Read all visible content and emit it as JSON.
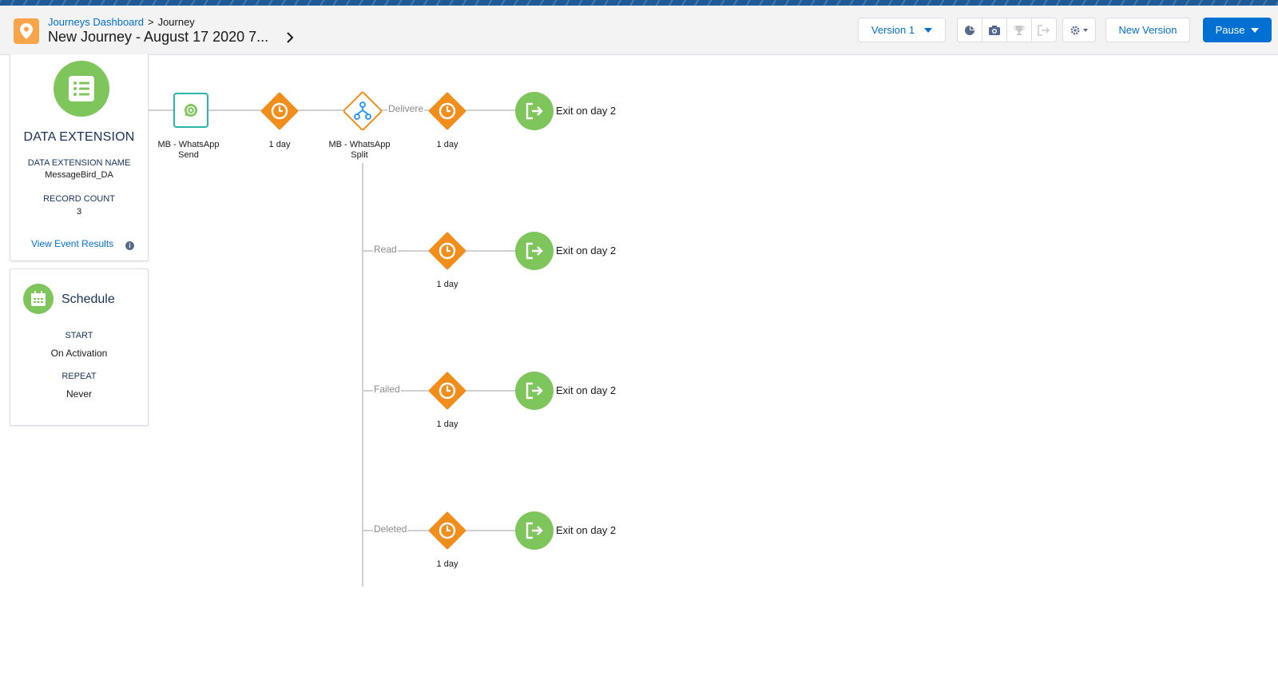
{
  "header": {
    "breadcrumb_root": "Journeys Dashboard",
    "breadcrumb_separator": ">",
    "breadcrumb_current": "Journey",
    "title": "New Journey - August 17 2020 7...",
    "version_label": "Version 1",
    "new_version_label": "New Version",
    "pause_label": "Pause",
    "toolbar_icons": [
      "analytics-icon",
      "snapshot-icon",
      "goal-trophy-icon",
      "exit-criteria-icon"
    ]
  },
  "entry_source": {
    "title": "DATA EXTENSION",
    "name_label": "DATA EXTENSION NAME",
    "name_value": "MessageBird_DA",
    "count_label": "RECORD COUNT",
    "count_value": "3",
    "link_label": "View Event Results",
    "info_glyph": "i"
  },
  "schedule": {
    "title": "Schedule",
    "start_label": "START",
    "start_value": "On Activation",
    "repeat_label": "REPEAT",
    "repeat_value": "Never"
  },
  "flow": {
    "send_activity": "MB - WhatsApp Send",
    "first_wait": "1 day",
    "split_activity": "MB - WhatsApp Split",
    "branches": [
      {
        "label": "Delivere",
        "wait": "1 day",
        "exit": "Exit on day 2"
      },
      {
        "label": "Read",
        "wait": "1 day",
        "exit": "Exit on day 2"
      },
      {
        "label": "Failed",
        "wait": "1 day",
        "exit": "Exit on day 2"
      },
      {
        "label": "Deleted",
        "wait": "1 day",
        "exit": "Exit on day 2"
      }
    ]
  },
  "colors": {
    "header_bg": "#f3f3f3",
    "link_blue": "#0070d2",
    "brand_band": "#1f5a96",
    "entry_green": "#7ec65b",
    "wait_orange": "#f18d1b",
    "whatsapp_teal": "#2bb5a8",
    "split_blue": "#1b96ff",
    "pause_blue": "#0070d2"
  }
}
